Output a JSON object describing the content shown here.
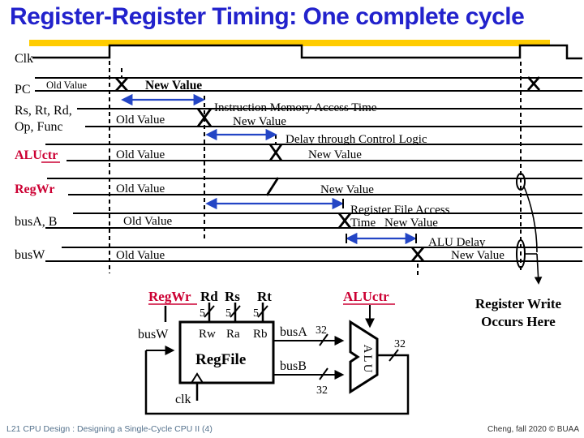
{
  "slide": {
    "title": "Register-Register Timing: One complete cycle",
    "footer_left": "L21 CPU Design : Designing a Single-Cycle CPU II (4)",
    "footer_right": "Cheng, fall 2020 © BUAA"
  },
  "colors": {
    "title": "#2222cc",
    "bar": "#ffcc00",
    "red_label": "#cc0033",
    "arrow": "#2345c5",
    "footer": "#54718c"
  },
  "timing": {
    "clk": "Clk",
    "pc": {
      "label": "PC",
      "old": "Old Value",
      "new": "New Value"
    },
    "inst": {
      "label1": "Rs, Rt, Rd,",
      "label2": "Op, Func",
      "old": "Old Value",
      "new": "New Value",
      "note": "Instruction Memory Access Time"
    },
    "aluctr": {
      "label_prefix": "ALU",
      "label_suffix": "ctr",
      "old": "Old Value",
      "new": "New Value",
      "note": "Delay through Control Logic"
    },
    "regwr": {
      "label": "RegWr",
      "old": "Old Value",
      "new": "New Value"
    },
    "busab": {
      "label": "busA, B",
      "old": "Old Value",
      "new": "New Value",
      "note1": "Register File Access",
      "note2": "Time"
    },
    "busw": {
      "label": "busW",
      "old": "Old Value",
      "new": "New Value",
      "note": "ALU Delay"
    }
  },
  "circuit": {
    "regwr": "RegWr",
    "rd": "Rd",
    "rs": "Rs",
    "rt": "Rt",
    "w5a": "5",
    "w5b": "5",
    "w5c": "5",
    "rw": "Rw",
    "ra": "Ra",
    "rb": "Rb",
    "regfile": "RegFile",
    "clk": "clk",
    "busw": "busW",
    "busa": "busA",
    "busb": "busB",
    "w32a": "32",
    "w32b": "32",
    "w32c": "32",
    "alu": "ALU",
    "aluctr": "ALUctr",
    "note1": "Register Write",
    "note2": "Occurs Here"
  }
}
